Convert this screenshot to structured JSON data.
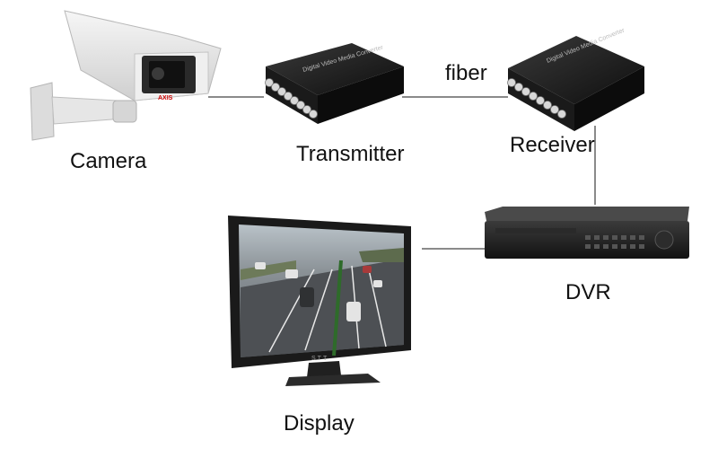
{
  "diagram": {
    "nodes": {
      "camera": {
        "label": "Camera"
      },
      "transmitter": {
        "label": "Transmitter",
        "device_text": "Digital Video Media Converter"
      },
      "receiver": {
        "label": "Receiver",
        "device_text": "Digital Video Media Converter"
      },
      "dvr": {
        "label": "DVR"
      },
      "display": {
        "label": "Display",
        "brand": "STT"
      }
    },
    "links": {
      "fiber_label": "fiber"
    }
  }
}
